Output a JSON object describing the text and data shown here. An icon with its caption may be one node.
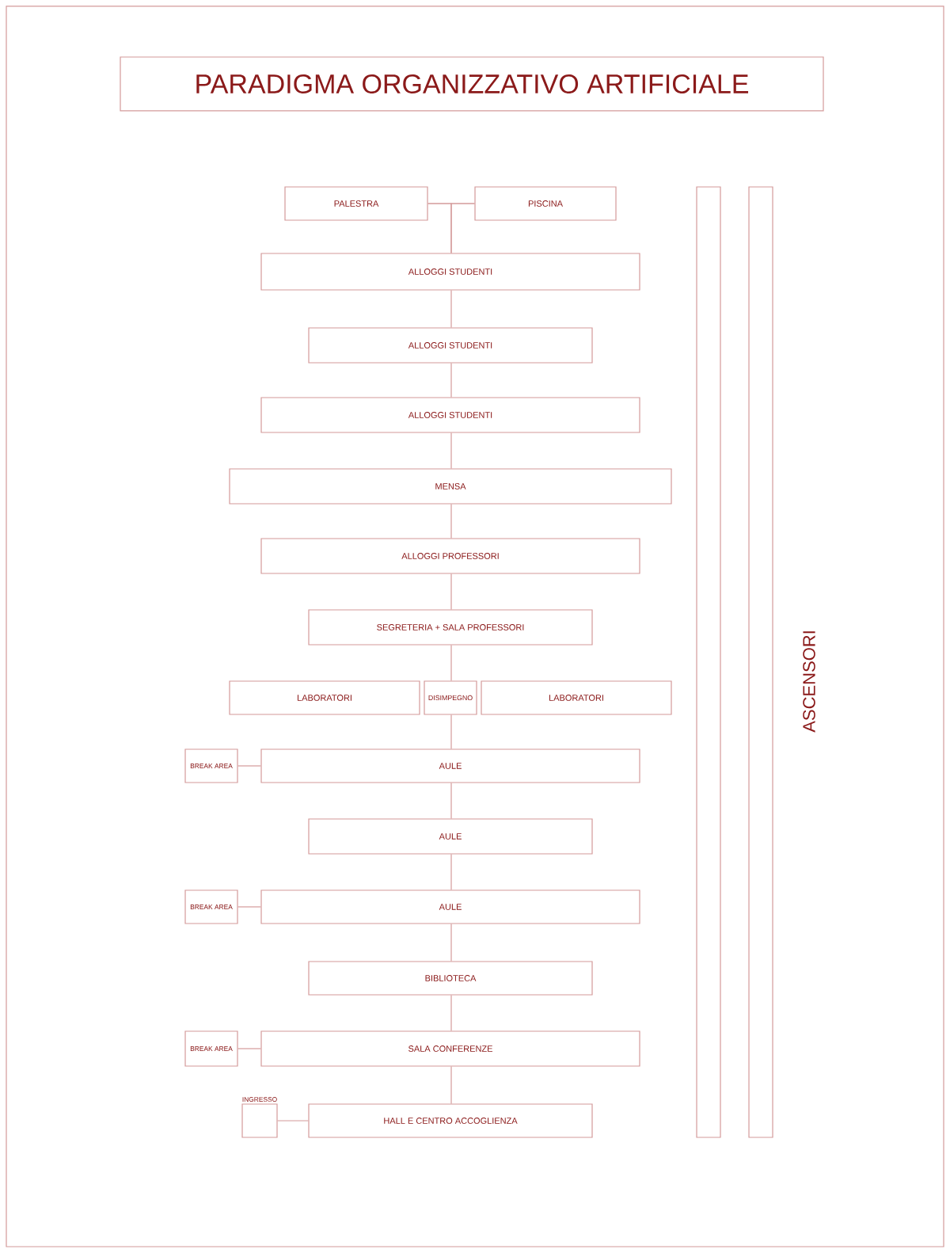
{
  "diagram": {
    "title": "PARADIGMA ORGANIZZATIVO ARTIFICIALE",
    "nodes": [
      {
        "text": [
          "PALESTRA"
        ]
      },
      {
        "text": [
          "PISCINA"
        ]
      },
      {
        "text": [],
        "shape": "bar"
      },
      {
        "text": [],
        "shape": "bar"
      },
      {
        "text": [
          "ALLOGGI STUDENTI"
        ]
      },
      {
        "text": [
          "ALLOGGI STUDENTI"
        ]
      },
      {
        "text": [
          "ALLOGGI STUDENTI"
        ]
      },
      {
        "text": [
          "MENSA"
        ]
      },
      {
        "text": [
          "ALLOGGI PROFESSORI"
        ]
      },
      {
        "text": [
          "SEGRETERIA + SALA PROFESSORI"
        ]
      },
      {
        "text": [
          "LABORATORI"
        ]
      },
      {
        "text": [
          "DISIMPEGNO"
        ]
      },
      {
        "text": [
          "LABORATORI"
        ]
      },
      {
        "text": [
          "BREAK AREA"
        ]
      },
      {
        "text": [
          "AULE"
        ]
      },
      {
        "text": [
          "AULE"
        ]
      },
      {
        "text": [
          "BREAK AREA"
        ]
      },
      {
        "text": [
          "AULE"
        ]
      },
      {
        "text": [
          "BIBLIOTECA"
        ]
      },
      {
        "text": [
          "BREAK AREA"
        ]
      },
      {
        "text": [
          "SALA CONFERENZE"
        ]
      },
      {
        "text": [
          "INGRESSO"
        ]
      },
      {
        "text": [
          "HALL E CENTRO ACCOGLIENZA"
        ]
      }
    ],
    "edges": [
      {
        "from": 0,
        "to": 1,
        "arrow": "none"
      },
      {
        "from": 0,
        "to": 4,
        "arrow": "none"
      },
      {
        "from": 1,
        "to": 4,
        "arrow": "none"
      },
      {
        "from": 4,
        "to": 5,
        "arrow": "none"
      },
      {
        "from": 5,
        "to": 6,
        "arrow": "none"
      },
      {
        "from": 6,
        "to": 7,
        "arrow": "none"
      },
      {
        "from": 7,
        "to": 8,
        "arrow": "none"
      },
      {
        "from": 8,
        "to": 9,
        "arrow": "none"
      },
      {
        "from": 9,
        "to": 11,
        "arrow": "none"
      },
      {
        "from": 11,
        "to": 14,
        "arrow": "none"
      },
      {
        "from": 13,
        "to": 14,
        "arrow": "none"
      },
      {
        "from": 14,
        "to": 15,
        "arrow": "none"
      },
      {
        "from": 15,
        "to": 17,
        "arrow": "none"
      },
      {
        "from": 16,
        "to": 17,
        "arrow": "none"
      },
      {
        "from": 17,
        "to": 18,
        "arrow": "none"
      },
      {
        "from": 18,
        "to": 20,
        "arrow": "none"
      },
      {
        "from": 19,
        "to": 20,
        "arrow": "none"
      },
      {
        "from": 20,
        "to": 22,
        "arrow": "none"
      },
      {
        "from": 21,
        "to": 22,
        "arrow": "none"
      }
    ],
    "labels": [
      "ASCENSORI"
    ]
  }
}
